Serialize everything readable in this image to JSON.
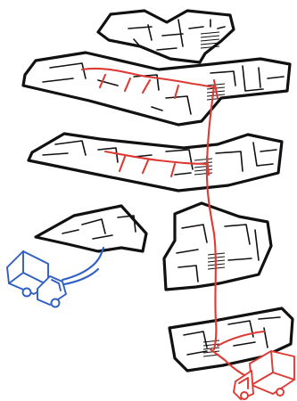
{
  "diagram": {
    "levels": [
      {
        "name": "top-floor-plan"
      },
      {
        "name": "upper-floor-plan"
      },
      {
        "name": "middle-floor-plan"
      },
      {
        "name": "lower-floor-plan"
      },
      {
        "name": "ground-floor-plan"
      }
    ],
    "route_color": "#de3a34",
    "inbound_color": "#2f5fc4",
    "outline_color": "#111111",
    "icons": {
      "inbound_truck": "delivery-truck-icon",
      "outbound_truck": "delivery-truck-icon",
      "stairs": "stairs-icon"
    }
  }
}
